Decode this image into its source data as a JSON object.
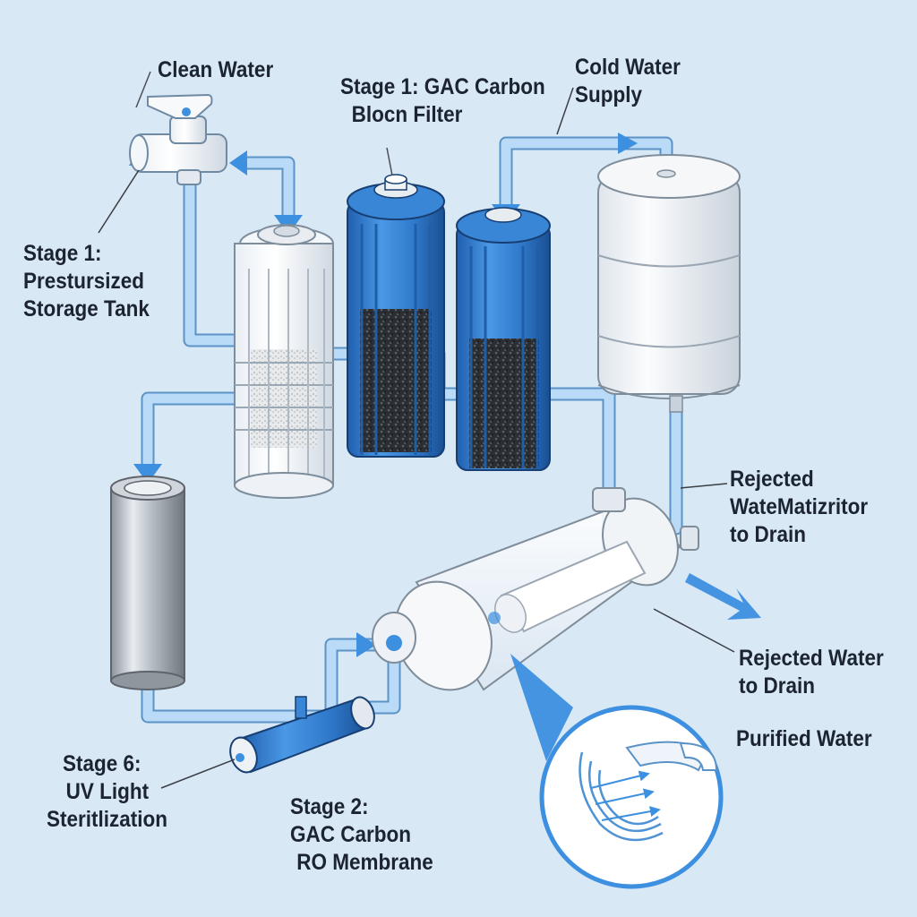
{
  "labels": {
    "clean_water": "Clean Water",
    "gac_block": [
      "Stage 1: GAC Carbon",
      "Blocn Filter"
    ],
    "cold_supply": [
      "Cold Water",
      "Supply"
    ],
    "storage_tank": [
      "Stage 1:",
      "Prestursized",
      "Storage Tank"
    ],
    "rejected_top": [
      "Rejected",
      "WateMatizritor",
      "to Drain"
    ],
    "rejected_bottom": [
      "Rejected Water",
      "to Drain"
    ],
    "purified": "Purified Water",
    "uv": [
      "Stage 6:",
      "UV Light",
      "Steritlization"
    ],
    "ro_membrane": [
      "Stage 2:",
      "GAC Carbon",
      "RO Membrane"
    ]
  },
  "colors": {
    "background": "#d9e8f5",
    "pipe": "#a9d0f2",
    "pipe_outline": "#5b93c7",
    "arrow": "#3d8fe0",
    "housing_blue": "#2f78c9",
    "carbon": "#2a2d31",
    "text": "#1b2430"
  }
}
